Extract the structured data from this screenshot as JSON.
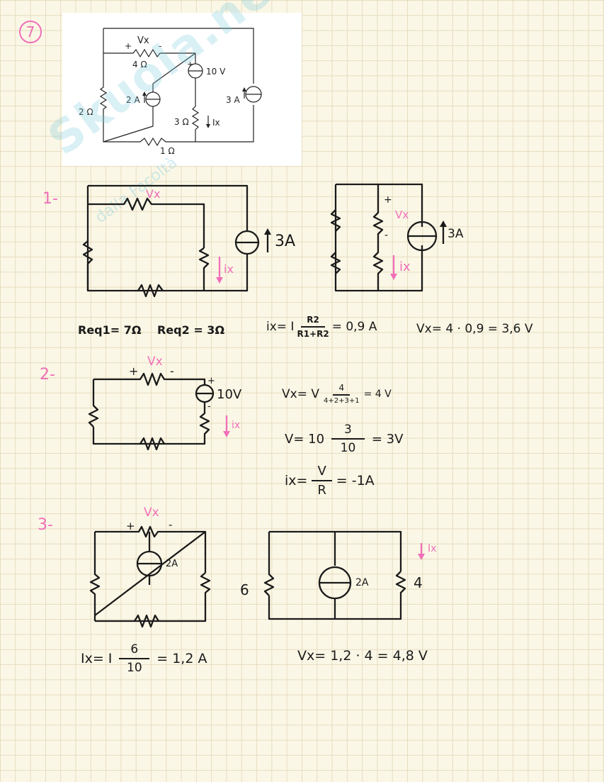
{
  "problem_number": "7",
  "original_figure": {
    "vx_plus": "+",
    "vx_label": "Vx",
    "vx_minus": "-",
    "r4": "4 Ω",
    "plus_10v": "+",
    "v10": "10 V",
    "r2": "2 Ω",
    "i2a": "2 A",
    "i3a": "3 A",
    "r3": "3 Ω",
    "ix": "Ix",
    "r1": "1 Ω"
  },
  "watermark": {
    "brand": "Skuola.net",
    "tagline": "dalla Facoltà"
  },
  "step1": {
    "label": "1-",
    "circuit_a": {
      "vx": "Vx",
      "source": "3A",
      "ix": "ix"
    },
    "circuit_b": {
      "plus": "+",
      "vx": "Vx",
      "minus": "-",
      "source": "3A",
      "ix": "ix"
    },
    "req1": "Req1= 7Ω",
    "req2": "Req2 = 3Ω",
    "ix_lhs": "ix= I",
    "ix_num": "R2",
    "ix_den": "R1+R2",
    "ix_result": "= 0,9 A",
    "vx_eq": "Vx= 4 · 0,9 = 3,6 V"
  },
  "step2": {
    "label": "2-",
    "circuit": {
      "plus": "+",
      "vx": "Vx",
      "minus": "-",
      "src_plus": "+",
      "source": "10V",
      "src_minus": "-",
      "ix": "ix"
    },
    "eq1_lhs": "Vx= V",
    "eq1_num": "4",
    "eq1_den": "4+2+3+1",
    "eq1_result": "= 4 V",
    "eq2_lhs": "V= 10",
    "eq2_num": "3",
    "eq2_den": "10",
    "eq2_result": "= 3V",
    "eq3_lhs": "ix=",
    "eq3_num": "V",
    "eq3_den": "R",
    "eq3_result": "= -1A"
  },
  "step3": {
    "label": "3-",
    "circuit_a": {
      "plus": "+",
      "vx": "Vx",
      "minus": "-",
      "source": "2A"
    },
    "circuit_b": {
      "left_r": "6",
      "source": "2A",
      "right_r": "4",
      "ix": "Ix"
    },
    "ix_lhs": "Ix= I",
    "ix_num": "6",
    "ix_den": "10",
    "ix_result": "= 1,2 A",
    "vx_eq": "Vx= 1,2 · 4 = 4,8 V"
  }
}
